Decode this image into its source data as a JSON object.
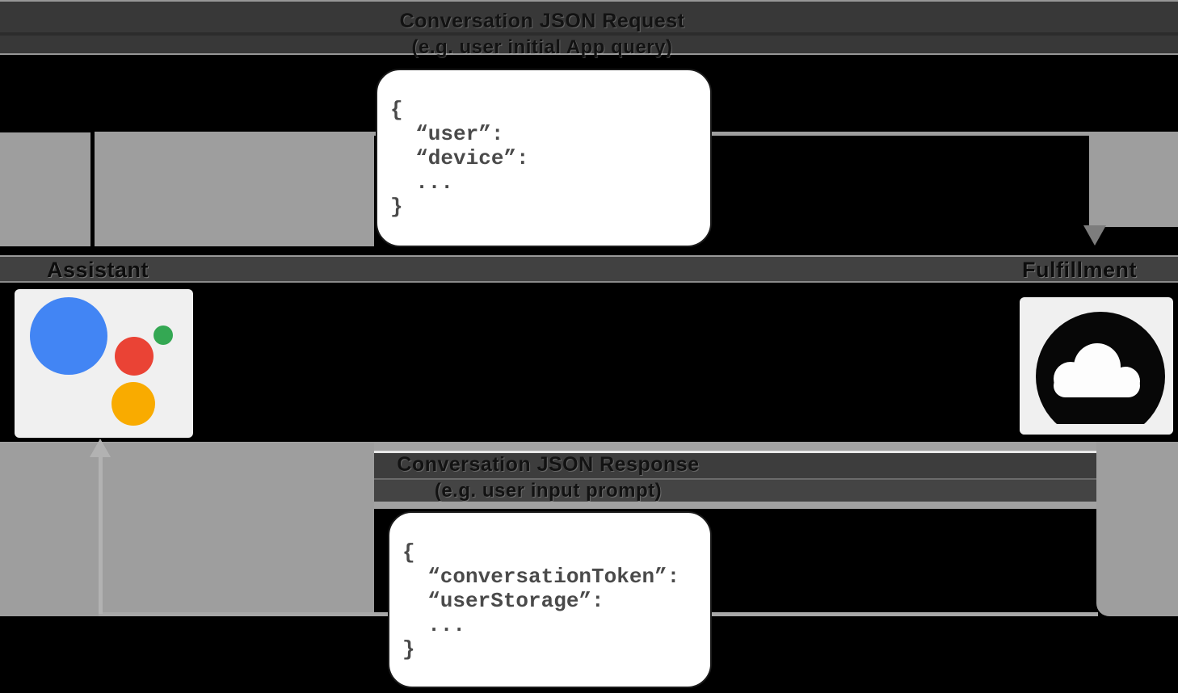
{
  "request": {
    "caption_line1": "Conversation JSON Request",
    "caption_line2": "(e.g. user initial App query)",
    "payload": "{\n  “user”:\n  “device”:\n  ...\n}"
  },
  "response": {
    "caption_line1": "Conversation JSON Response",
    "caption_line2": "(e.g. user input prompt)",
    "payload": "{\n  “conversationToken”:\n  “userStorage”:\n  ...\n}"
  },
  "nodes": {
    "assistant_label": "Assistant",
    "fulfillment_label": "Fulfillment"
  },
  "icons": {
    "assistant": "google-assistant-logo",
    "fulfillment": "cloud-icon"
  },
  "colors": {
    "google_blue": "#4285F4",
    "google_green": "#34A853",
    "google_red": "#EA4335",
    "google_yellow": "#F9AB00",
    "arrow_gray": "#9E9E9E",
    "band_dark": "#3D3D3D"
  }
}
